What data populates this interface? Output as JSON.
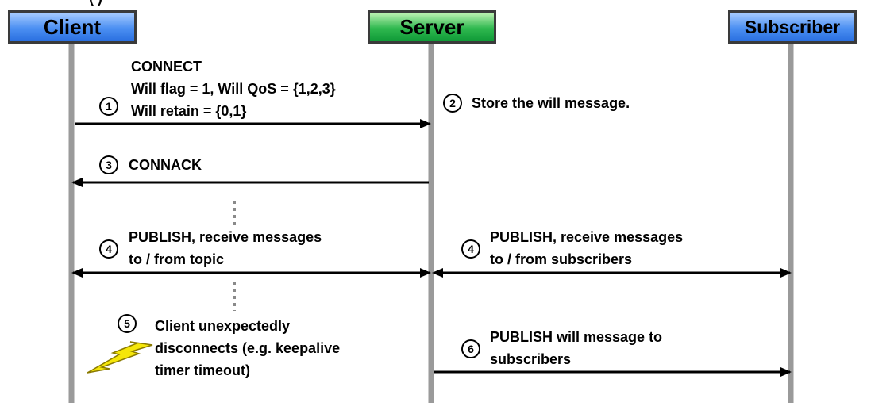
{
  "top_clipped_text": "(          )",
  "actors": {
    "client": "Client",
    "server": "Server",
    "subscriber": "Subscriber"
  },
  "steps": {
    "s1": "1",
    "s2": "2",
    "s3": "3",
    "s4a": "4",
    "s4b": "4",
    "s5": "5",
    "s6": "6"
  },
  "messages": {
    "connect": [
      "CONNECT",
      "Will flag = 1, Will QoS = {1,2,3}",
      "Will retain = {0,1}"
    ],
    "store_will": "Store the will message.",
    "connack": "CONNACK",
    "publish_client": [
      "PUBLISH, receive messages",
      "to / from topic"
    ],
    "publish_subscriber": [
      "PUBLISH, receive messages",
      "to / from subscribers"
    ],
    "client_disconnect": [
      "Client unexpectedly",
      "disconnects (e.g. keepalive",
      "timer timeout)"
    ],
    "publish_will": [
      "PUBLISH will message to",
      "subscribers"
    ]
  },
  "colors": {
    "client_box": "#4b8ff2",
    "server_box": "#2fb84f",
    "subscriber_box": "#4b8ff2",
    "lifeline": "#9a9a9a",
    "lightning": "#f5e60a"
  }
}
